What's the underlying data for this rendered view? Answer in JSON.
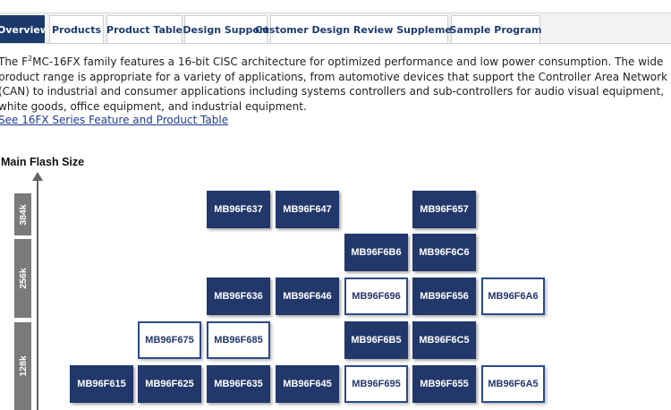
{
  "tabs": [
    {
      "label": "Overview",
      "active": true
    },
    {
      "label": "Products",
      "active": false
    },
    {
      "label": "Product Table",
      "active": false
    },
    {
      "label": "Design Support",
      "active": false
    },
    {
      "label": "Customer Design Review Supplement",
      "active": false
    },
    {
      "label": "Sample Program",
      "active": false
    }
  ],
  "intro": {
    "prefix": "The F",
    "sup": "2",
    "text": "MC-16FX family features a 16-bit CISC architecture for optimized performance and low power consumption. The wide product range is appropriate for a variety of applications, from automotive devices that support the Controller Area Network (CAN) to industrial and consumer applications including systems controllers and sub-controllers for audio visual equipment, white goods, office equipment, and industrial equipment.",
    "link": "See 16FX Series Feature and Product Table"
  },
  "chart": {
    "title": "Main Flash Size",
    "flash_sizes": [
      "384k",
      "256k",
      "128k"
    ],
    "products": [
      {
        "label": "MB96F637",
        "style": "filled"
      },
      {
        "label": "MB96F647",
        "style": "filled"
      },
      {
        "label": "MB96F657",
        "style": "filled"
      },
      {
        "label": "MB96F6B6",
        "style": "filled"
      },
      {
        "label": "MB96F6C6",
        "style": "filled"
      },
      {
        "label": "MB96F636",
        "style": "filled"
      },
      {
        "label": "MB96F646",
        "style": "filled"
      },
      {
        "label": "MB96F696",
        "style": "outline"
      },
      {
        "label": "MB96F656",
        "style": "filled"
      },
      {
        "label": "MB96F6A6",
        "style": "outline"
      },
      {
        "label": "MB96F675",
        "style": "outline"
      },
      {
        "label": "MB96F685",
        "style": "outline"
      },
      {
        "label": "MB96F6B5",
        "style": "filled"
      },
      {
        "label": "MB96F6C5",
        "style": "filled"
      },
      {
        "label": "MB96F615",
        "style": "filled"
      },
      {
        "label": "MB96F625",
        "style": "filled"
      },
      {
        "label": "MB96F635",
        "style": "filled"
      },
      {
        "label": "MB96F645",
        "style": "filled"
      },
      {
        "label": "MB96F695",
        "style": "outline"
      },
      {
        "label": "MB96F655",
        "style": "filled"
      },
      {
        "label": "MB96F6A5",
        "style": "outline"
      }
    ]
  },
  "colors": {
    "accent": "#1b3a6b",
    "chip_fill": "#22386b",
    "axis": "#7a7a7a",
    "link": "#1d3c8e"
  }
}
